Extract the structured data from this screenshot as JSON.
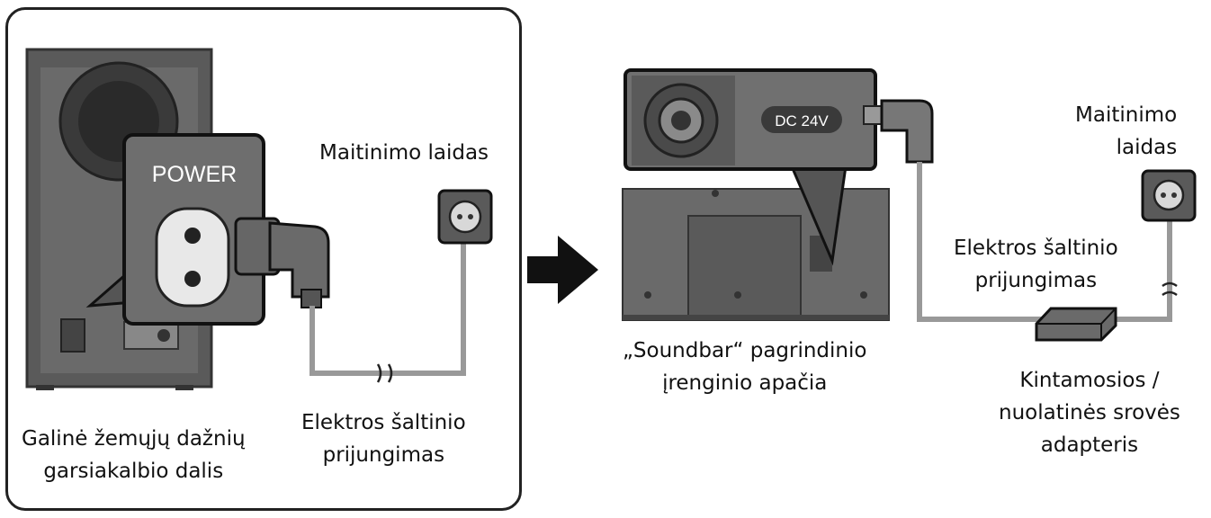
{
  "left_panel": {
    "power_label": "POWER",
    "cord_label": "Maitinimo laidas",
    "outlet_label_line1": "Elektros šaltinio",
    "outlet_label_line2": "prijungimas",
    "subwoofer_label_line1": "Galinė žemųjų dažnių",
    "subwoofer_label_line2": "garsiakalbio dalis"
  },
  "right_panel": {
    "dc_label": "DC 24V",
    "cord_label_line1": "Maitinimo",
    "cord_label_line2": "laidas",
    "outlet_label_line1": "Elektros šaltinio",
    "outlet_label_line2": "prijungimas",
    "soundbar_label_line1": "„Soundbar“ pagrindinio",
    "soundbar_label_line2": "įrenginio apačia",
    "adapter_label_line1": "Kintamosios /",
    "adapter_label_line2": "nuolatinės srovės",
    "adapter_label_line3": "adapteris"
  },
  "colors": {
    "device_dark": "#555555",
    "device_mid": "#777777",
    "cable_gray": "#9a9a9a",
    "outline": "#222222"
  },
  "icons": [
    "subwoofer-icon",
    "power-socket-icon",
    "power-plug-icon",
    "wall-outlet-icon",
    "arrow-right-icon",
    "soundbar-icon",
    "dc-plug-icon",
    "adapter-icon"
  ]
}
